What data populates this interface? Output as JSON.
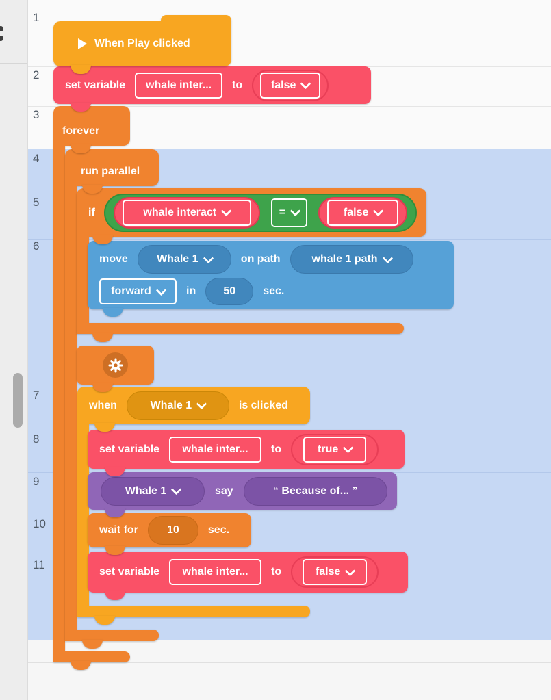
{
  "gutter": {
    "line_numbers": [
      "1",
      "2",
      "3",
      "4",
      "5",
      "6",
      "7",
      "8",
      "9",
      "10",
      "11"
    ]
  },
  "blocks": {
    "when_play": {
      "label": "When Play clicked"
    },
    "set_variable_line2": {
      "keyword": "set variable",
      "variable": "whale inter...",
      "to_label": "to",
      "value": "false"
    },
    "forever": {
      "keyword": "forever"
    },
    "run_parallel": {
      "keyword": "run parallel"
    },
    "if": {
      "keyword": "if",
      "left_operand": "whale interact",
      "operator": "=",
      "right_operand": "false"
    },
    "move": {
      "keyword": "move",
      "actor": "Whale 1",
      "on_path_label": "on path",
      "path": "whale 1 path",
      "direction": "forward",
      "in_label": "in",
      "duration": "50",
      "unit_label": "sec."
    },
    "when_clicked": {
      "keyword": "when",
      "actor": "Whale 1",
      "suffix_label": "is clicked"
    },
    "set_variable_line8": {
      "keyword": "set variable",
      "variable": "whale inter...",
      "to_label": "to",
      "value": "true"
    },
    "say": {
      "actor": "Whale 1",
      "keyword": "say",
      "message": "“  Because of...  ”"
    },
    "wait": {
      "keyword": "wait for",
      "duration": "10",
      "unit_label": "sec."
    },
    "set_variable_line11": {
      "keyword": "set variable",
      "variable": "whale inter...",
      "to_label": "to",
      "value": "false"
    }
  },
  "colors": {
    "event_yellow": "#F8A621",
    "data_red": "#FA5167",
    "control_orange": "#F0832F",
    "motion_blue": "#56A1D7",
    "looks_purple": "#9066B7",
    "operator_green": "#3EA34B",
    "selection_highlight": "#C6D8F4"
  }
}
